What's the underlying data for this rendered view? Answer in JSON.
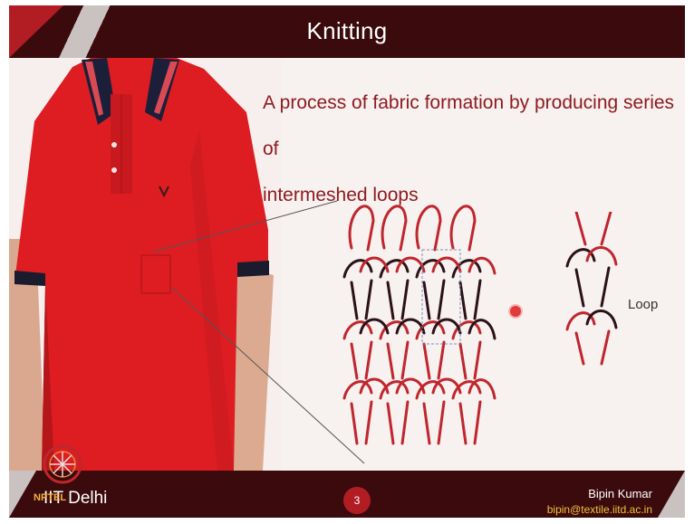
{
  "title": "Knitting",
  "heading_line1": "A process of fabric formation by producing series of",
  "heading_line2": "intermeshed loops",
  "loop_label": "Loop",
  "footer": {
    "institute": "IIT Delhi",
    "page_number": "3",
    "author": "Bipin Kumar",
    "email": "bipin@textile.iitd.ac.in",
    "logo_text": "NPTEL"
  },
  "colors": {
    "title_bar": "#3a0a0c",
    "accent_red": "#b21d24",
    "heading_text": "#8e1a1f",
    "loop_red": "#c0262e",
    "loop_dark": "#2a1216",
    "email": "#f1c23b"
  }
}
